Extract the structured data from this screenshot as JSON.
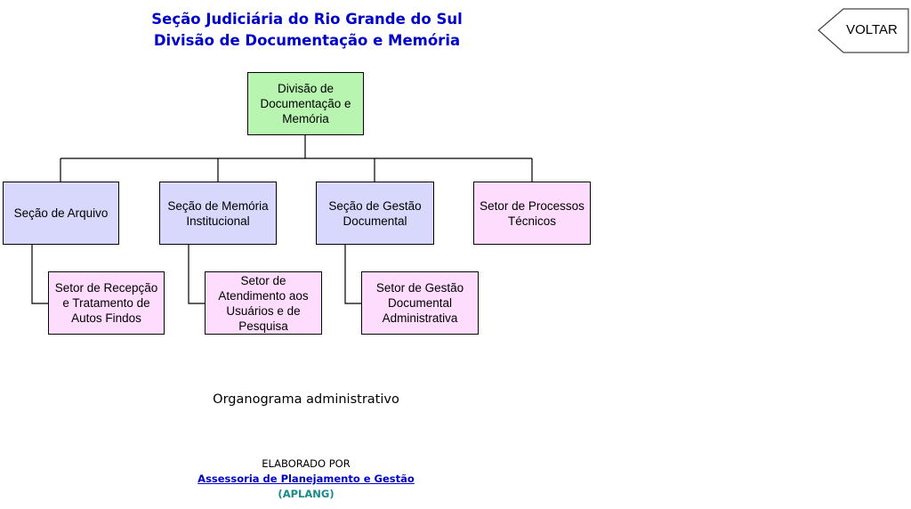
{
  "header": {
    "line1": "Seção Judiciária do Rio Grande do Sul",
    "line2": "Divisão de Documentação e Memória"
  },
  "voltar_button": {
    "label": "VOLTAR",
    "icon": "left-arrow-shape-icon"
  },
  "org_chart": {
    "root": "Divisão de Documentação e Memória",
    "sections": [
      {
        "label": "Seção de Arquivo",
        "children": [
          "Setor de Recepção e Tratamento de Autos Findos"
        ]
      },
      {
        "label": "Seção de Memória Institucional",
        "children": [
          "Setor de Atendimento aos Usuários e de Pesquisa"
        ]
      },
      {
        "label": "Seção de Gestão Documental",
        "children": [
          "Setor de Gestão Documental Administrativa"
        ]
      },
      {
        "label": "Setor de Processos Técnicos",
        "children": []
      }
    ],
    "colors": {
      "root": "#b7f5b1",
      "section": "#d7d8fb",
      "setor": "#fddcfd"
    }
  },
  "caption": "Organograma administrativo",
  "credits": {
    "elaborated_by": "ELABORADO POR",
    "link_text": "Assessoria de Planejamento e Gestão",
    "acronym_open": "(",
    "acronym": "APLANG",
    "acronym_close": ")"
  }
}
